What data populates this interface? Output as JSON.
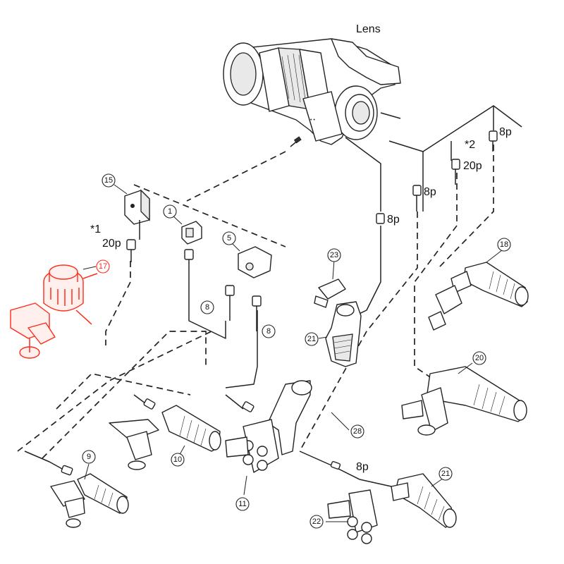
{
  "diagram": {
    "lens_label": "Lens",
    "connectors": {
      "pin8_lens_a": "8p",
      "pin8_lens_b": "8p",
      "pin20_lens": "20p",
      "pin8_grip21": "8p",
      "pin8_cable28": "8p",
      "pin20_focus17": "20p"
    },
    "notes": {
      "note1": "*1",
      "note2": "*2"
    },
    "callouts": {
      "c1": "1",
      "c5": "5",
      "c8a": "8",
      "c8b": "8",
      "c9": "9",
      "c10": "10",
      "c11": "11",
      "c15": "15",
      "c17": "17",
      "c18": "18",
      "c20": "20",
      "c21a": "21",
      "c21b": "21",
      "c22": "22",
      "c23": "23",
      "c28": "28"
    },
    "highlight": {
      "part": "17",
      "color": "#ff2a1a"
    },
    "icons": {
      "lens": "zoom-lens-icon",
      "focus_demand": "focus-servo-icon",
      "zoom_grip": "zoom-grip-icon",
      "focus_grip": "focus-grip-icon",
      "connector": "connector-plug-icon"
    }
  }
}
